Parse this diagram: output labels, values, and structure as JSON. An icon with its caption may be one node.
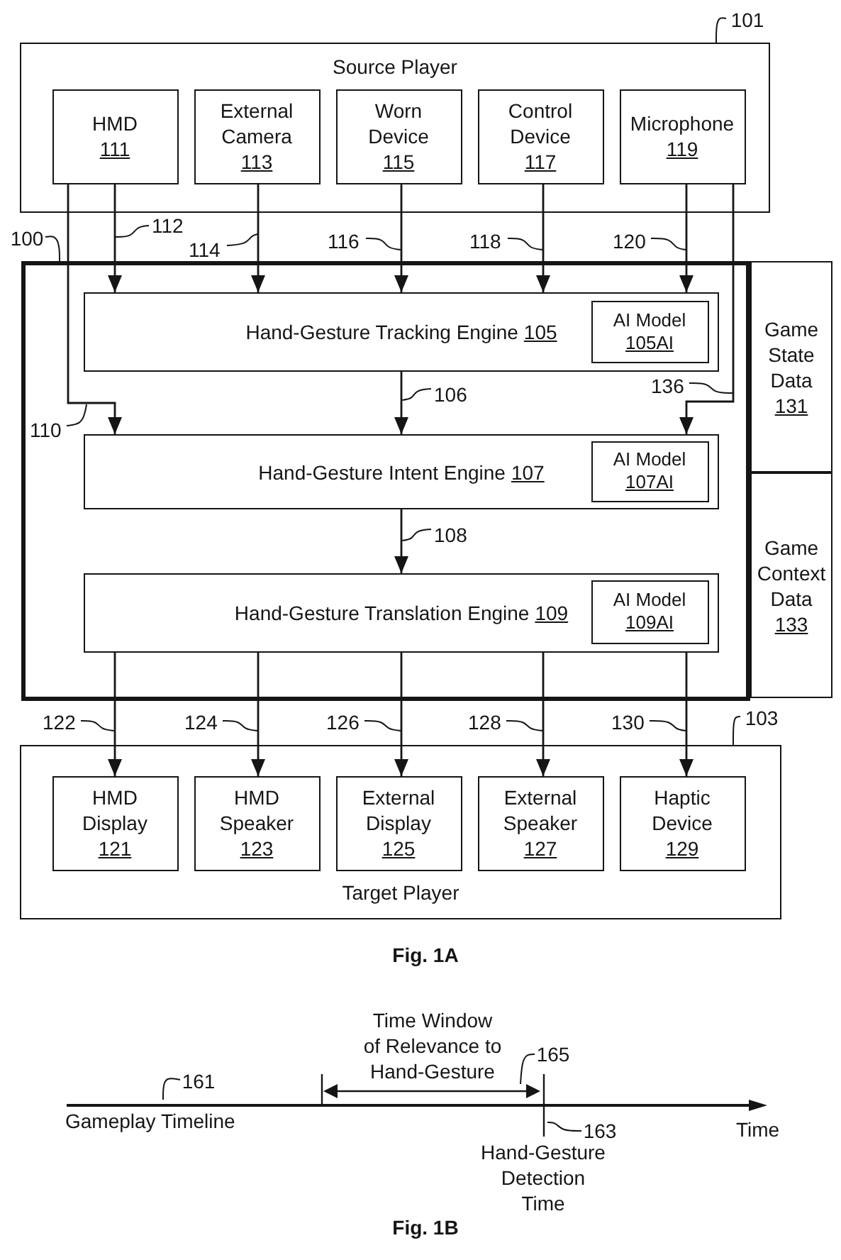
{
  "diagram": {
    "nodes": [
      {
        "text": [
          "101"
        ]
      },
      {
        "text": [
          "Source Player"
        ]
      },
      {
        "text": [
          "HMD",
          "111"
        ],
        "in": 1
      },
      {
        "text": [
          "External Camera",
          "113"
        ],
        "in": 1
      },
      {
        "text": [
          "Worn Device",
          "115"
        ],
        "in": 1
      },
      {
        "text": [
          "Control Device",
          "117"
        ],
        "in": 1
      },
      {
        "text": [
          "Microphone",
          "119"
        ],
        "in": 1
      },
      {
        "text": [
          "100"
        ]
      },
      {
        "text": [],
        "shape": "box"
      },
      {
        "text": [
          "Hand-Gesture Tracking Engine",
          "105"
        ],
        "in": 8
      },
      {
        "text": [
          "AI Model",
          "105AI"
        ],
        "in": 9
      },
      {
        "text": [
          "Hand-Gesture Intent Engine",
          "107"
        ],
        "in": 8
      },
      {
        "text": [
          "AI Model",
          "107AI"
        ],
        "in": 11
      },
      {
        "text": [
          "Hand-Gesture Translation Engine",
          "109"
        ],
        "in": 8
      },
      {
        "text": [
          "AI Model",
          "109AI"
        ],
        "in": 13
      },
      {
        "text": [
          "Game State Data",
          "131"
        ]
      },
      {
        "text": [
          "Game Context Data",
          "133"
        ]
      },
      {
        "text": [
          "103"
        ]
      },
      {
        "text": [
          "Target Player"
        ]
      },
      {
        "text": [
          "HMD Display",
          "121"
        ],
        "in": 18
      },
      {
        "text": [
          "HMD Speaker",
          "123"
        ],
        "in": 18
      },
      {
        "text": [
          "External Display",
          "125"
        ],
        "in": 18
      },
      {
        "text": [
          "External Speaker",
          "127"
        ],
        "in": 18
      },
      {
        "text": [
          "Haptic Device",
          "129"
        ],
        "in": 18
      },
      {
        "text": [
          "161"
        ]
      },
      {
        "text": [
          "165"
        ]
      },
      {
        "text": [
          "163"
        ]
      },
      {
        "text": [],
        "shape": "arrow"
      },
      {
        "text": [],
        "shape": "bracket"
      },
      {
        "text": [],
        "shape": "line"
      }
    ],
    "edges": [
      {
        "from": 2,
        "to": 9,
        "arrow": "to",
        "label": "112"
      },
      {
        "from": 2,
        "to": 11,
        "arrow": "to",
        "label": "110"
      },
      {
        "from": 3,
        "to": 9,
        "arrow": "to",
        "label": "114"
      },
      {
        "from": 4,
        "to": 9,
        "arrow": "to",
        "label": "116"
      },
      {
        "from": 5,
        "to": 9,
        "arrow": "to",
        "label": "118"
      },
      {
        "from": 6,
        "to": 9,
        "arrow": "to",
        "label": "120"
      },
      {
        "from": 6,
        "to": 11,
        "arrow": "to",
        "label": "136"
      },
      {
        "from": 9,
        "to": 11,
        "arrow": "to",
        "label": "106"
      },
      {
        "from": 11,
        "to": 13,
        "arrow": "to",
        "label": "108"
      },
      {
        "from": 13,
        "to": 19,
        "arrow": "to",
        "label": "122"
      },
      {
        "from": 13,
        "to": 20,
        "arrow": "to",
        "label": "124"
      },
      {
        "from": 13,
        "to": 21,
        "arrow": "to",
        "label": "126"
      },
      {
        "from": 13,
        "to": 22,
        "arrow": "to",
        "label": "128"
      },
      {
        "from": 13,
        "to": 23,
        "arrow": "to",
        "label": "130"
      },
      {
        "from": 0,
        "to": 1,
        "arrow": "none"
      },
      {
        "from": 7,
        "to": 8,
        "arrow": "none"
      },
      {
        "from": 17,
        "to": 18,
        "arrow": "none"
      },
      {
        "from": 24,
        "to": 27,
        "arrow": "none"
      },
      {
        "from": 25,
        "to": 28,
        "arrow": "none"
      },
      {
        "from": 26,
        "to": 29,
        "arrow": "none"
      }
    ],
    "labels": [
      "Fig. 1A",
      "Time Window of Relevance to Hand-Gesture",
      "Gameplay Timeline",
      "Time",
      "Hand-Gesture Detection Time",
      "Fig. 1B"
    ]
  }
}
